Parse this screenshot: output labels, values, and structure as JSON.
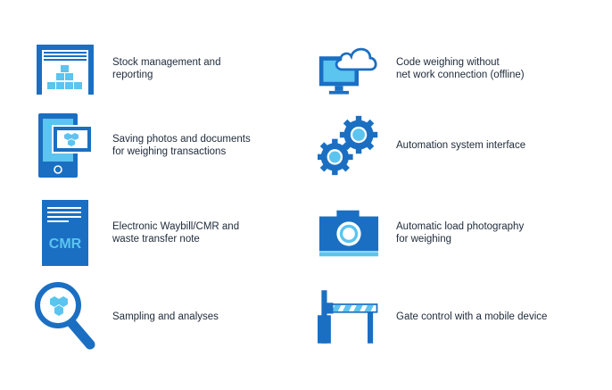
{
  "colors": {
    "primary": "#1b6fc2",
    "light": "#5bc4ef",
    "text": "#1e2a3a",
    "background": "#ffffff"
  },
  "features": {
    "stock": {
      "label": "Stock management and\nreporting",
      "icon": "warehouse-stock-icon"
    },
    "photos": {
      "label": "Saving photos and documents\nfor weighing transactions",
      "icon": "tablet-photos-icon"
    },
    "waybill": {
      "label": "Electronic Waybill/CMR and\nwaste transfer note",
      "icon": "cmr-document-icon",
      "icon_text": "CMR"
    },
    "sampling": {
      "label": "Sampling and analyses",
      "icon": "magnifier-sample-icon"
    },
    "offline": {
      "label": "Code weighing without\nnet work connection (offline)",
      "icon": "monitor-cloud-icon"
    },
    "automation": {
      "label": "Automation system interface",
      "icon": "gears-icon"
    },
    "camera": {
      "label": "Automatic load photography\nfor weighing",
      "icon": "camera-icon"
    },
    "gate": {
      "label": "Gate control with a mobile device",
      "icon": "barrier-gate-icon"
    }
  }
}
